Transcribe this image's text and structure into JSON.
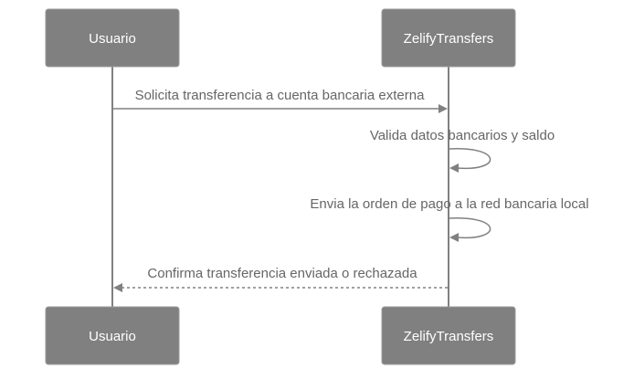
{
  "diagram": {
    "type": "sequence",
    "participants": [
      {
        "id": "usuario",
        "label": "Usuario"
      },
      {
        "id": "zelify",
        "label": "ZelifyTransfers"
      }
    ],
    "messages": [
      {
        "from": "Usuario",
        "to": "ZelifyTransfers",
        "label": "Solicita transferencia a cuenta bancaria externa",
        "style": "solid"
      },
      {
        "from": "ZelifyTransfers",
        "to": "ZelifyTransfers",
        "label": "Valida datos bancarios y saldo",
        "style": "self"
      },
      {
        "from": "ZelifyTransfers",
        "to": "ZelifyTransfers",
        "label": "Envia la orden de pago a la red bancaria local",
        "style": "self"
      },
      {
        "from": "ZelifyTransfers",
        "to": "Usuario",
        "label": "Confirma transferencia enviada o rechazada",
        "style": "dashed"
      }
    ],
    "colors": {
      "actor_fill": "#808080",
      "actor_text": "#ffffff",
      "line": "#808080",
      "message_text": "#666666"
    }
  }
}
